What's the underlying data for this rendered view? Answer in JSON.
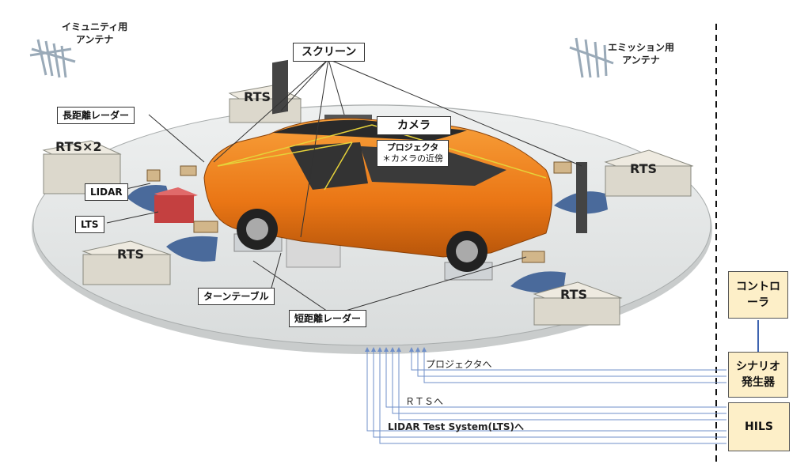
{
  "antennas": {
    "immunity": {
      "line1": "イミュニティ用",
      "line2": "アンテナ"
    },
    "emission": {
      "line1": "エミッション用",
      "line2": "アンテナ"
    }
  },
  "callouts": {
    "screen": "スクリーン",
    "long_range_radar": "長距離レーダー",
    "camera": "カメラ",
    "projector_title": "プロジェクタ",
    "projector_note": "＊カメラの近傍",
    "lidar": "LIDAR",
    "lts": "LTS",
    "turntable": "ターンテーブル",
    "short_range_radar": "短距離レーダー"
  },
  "rts_labels": {
    "top_center": "RTS",
    "left": "RTS×2",
    "bottom_left": "RTS",
    "right": "RTS",
    "bottom_right": "RTS"
  },
  "side_boxes": {
    "controller": "コントローラ",
    "scenario_generator": "シナリオ発生器",
    "hils": "HILS"
  },
  "signals": {
    "to_projector": "プロジェクタへ",
    "to_rts": "ＲＴＳへ",
    "to_lts": "LIDAR Test System(LTS)へ"
  },
  "colors": {
    "car_body": "#ee7f1a",
    "platform": "#e4e7e7",
    "side_box_fill": "#fdefc8",
    "signal_line": "#6f8fc9",
    "absorber": "#4a6a9b"
  }
}
